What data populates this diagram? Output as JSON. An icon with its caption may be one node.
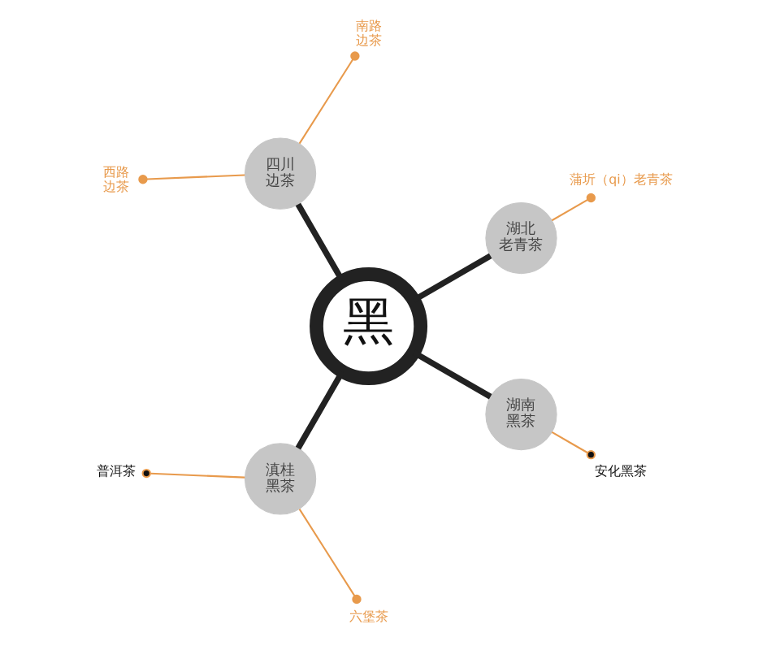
{
  "diagram": {
    "nodes": [
      {
        "text": [
          "黑"
        ]
      },
      {
        "text": [
          "四川边茶"
        ]
      },
      {
        "text": [
          "湖北老青茶"
        ]
      },
      {
        "text": [
          "滇桂黑茶"
        ]
      },
      {
        "text": [
          "湖南黑茶"
        ]
      },
      {
        "text": [
          "南路边茶"
        ]
      },
      {
        "text": [
          "西路边茶"
        ]
      },
      {
        "text": [
          "蒲圻（qi）老青茶"
        ]
      },
      {
        "text": [
          "普洱茶"
        ]
      },
      {
        "text": [
          "六堡茶"
        ]
      },
      {
        "text": [
          "安化黑茶"
        ]
      }
    ],
    "edges": [
      {
        "from": 0,
        "to": 1,
        "arrow": "none",
        "style": "thick",
        "color": "#222222"
      },
      {
        "from": 0,
        "to": 2,
        "arrow": "none",
        "style": "thick",
        "color": "#222222"
      },
      {
        "from": 0,
        "to": 3,
        "arrow": "none",
        "style": "thick",
        "color": "#222222"
      },
      {
        "from": 0,
        "to": 4,
        "arrow": "none",
        "style": "thick",
        "color": "#222222"
      },
      {
        "from": 1,
        "to": 5,
        "arrow": "other"
      },
      {
        "from": 1,
        "to": 6,
        "arrow": "other"
      },
      {
        "from": 2,
        "to": 7,
        "arrow": "other"
      },
      {
        "from": 3,
        "to": 8,
        "arrow": "other"
      },
      {
        "from": 3,
        "to": 9,
        "arrow": "other"
      },
      {
        "from": 4,
        "to": 10,
        "arrow": "other"
      }
    ]
  }
}
